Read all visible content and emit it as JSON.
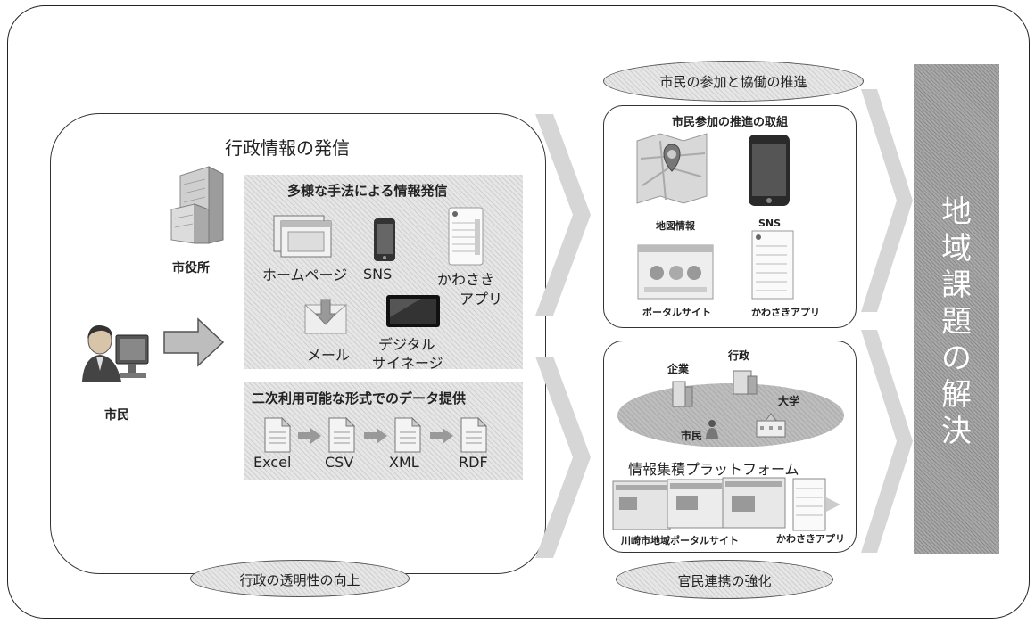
{
  "left_panel": {
    "title": "行政情報の発信",
    "city_hall": "市役所",
    "citizen": "市民",
    "diverse_box": {
      "title": "多様な手法による情報発信",
      "homepage": "ホームページ",
      "sns": "SNS",
      "kawasaki_app_line1": "かわさき",
      "kawasaki_app_line2": "アプリ",
      "mail": "メール",
      "signage_line1": "デジタル",
      "signage_line2": "サイネージ"
    },
    "data_box": {
      "title": "二次利用可能な形式でのデータ提供",
      "formats": [
        "Excel",
        "CSV",
        "XML",
        "RDF"
      ]
    }
  },
  "left_oval": "行政の透明性の向上",
  "top_oval": "市民の参加と協働の推進",
  "participation_box": {
    "title": "市民参加の推進の取組",
    "map_info": "地図情報",
    "sns": "SNS",
    "portal_site": "ポータルサイト",
    "kawasaki_app": "かわさきアプリ"
  },
  "platform_box": {
    "company": "企業",
    "government": "行政",
    "university": "大学",
    "citizen": "市民",
    "title": "情報集積プラットフォーム",
    "portal_label": "川崎市地域ポータルサイト",
    "app_label": "かわさきアプリ"
  },
  "bottom_oval": "官民連携の強化",
  "solution": {
    "chars": [
      "地",
      "域",
      "課",
      "題",
      "の",
      "解",
      "決"
    ]
  }
}
